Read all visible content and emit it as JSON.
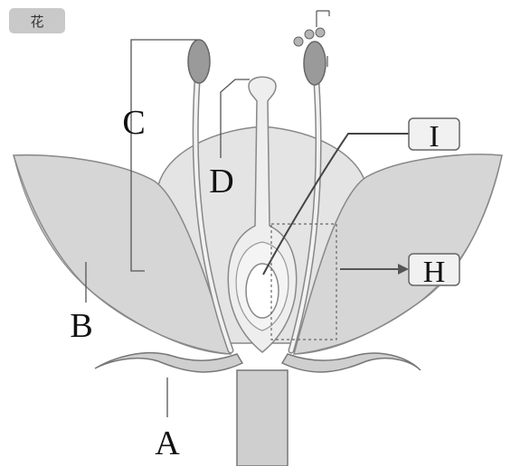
{
  "header": {
    "tag": "花"
  },
  "diagram": {
    "labels": {
      "A": "A",
      "B": "B",
      "C": "C",
      "D": "D",
      "H": "H",
      "I": "I"
    }
  },
  "colors": {
    "petal": "#d7d7d7",
    "petal_edge": "#8a8a8a",
    "inner": "#e6e6e6",
    "line": "#555555",
    "stem": "#cfcfcf"
  }
}
